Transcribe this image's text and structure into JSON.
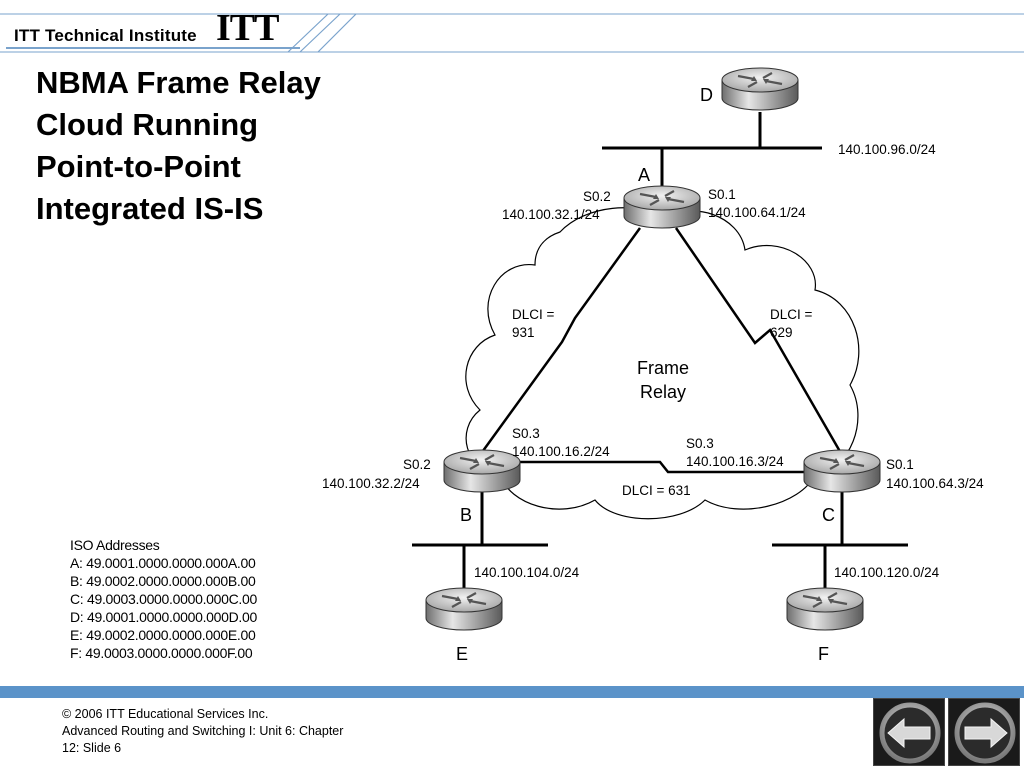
{
  "header": {
    "brand_text": "ITT Technical Institute",
    "brand_logo": "ITT"
  },
  "title_lines": [
    "NBMA Frame Relay",
    "Cloud Running",
    "Point-to-Point",
    "Integrated IS-IS"
  ],
  "diagram": {
    "cloud_label_line1": "Frame",
    "cloud_label_line2": "Relay",
    "routers": {
      "A": {
        "name": "A"
      },
      "B": {
        "name": "B"
      },
      "C": {
        "name": "C"
      },
      "D": {
        "name": "D"
      },
      "E": {
        "name": "E"
      },
      "F": {
        "name": "F"
      }
    },
    "networks": {
      "top": "140.100.96.0/24",
      "b_lan": "140.100.104.0/24",
      "c_lan": "140.100.120.0/24"
    },
    "interfaces": {
      "a_s02": "S0.2",
      "a_s02_ip": "140.100.32.1/24",
      "a_s01": "S0.1",
      "a_s01_ip": "140.100.64.1/24",
      "b_s02": "S0.2",
      "b_s02_ip": "140.100.32.2/24",
      "b_s03": "S0.3",
      "b_s03_ip": "140.100.16.2/24",
      "c_s03": "S0.3",
      "c_s03_ip": "140.100.16.3/24",
      "c_s01": "S0.1",
      "c_s01_ip": "140.100.64.3/24"
    },
    "dlci": {
      "ab_line1": "DLCI =",
      "ab_line2": "931",
      "ac_line1": "DLCI =",
      "ac_line2": "629",
      "bc": "DLCI = 631"
    }
  },
  "iso": {
    "heading": "ISO Addresses",
    "lines": [
      "A: 49.0001.0000.0000.000A.00",
      "B: 49.0002.0000.0000.000B.00",
      "C: 49.0003.0000.0000.000C.00",
      "D: 49.0001.0000.0000.000D.00",
      "E: 49.0002.0000.0000.000E.00",
      "F: 49.0003.0000.0000.000F.00"
    ]
  },
  "footer": {
    "line1": "© 2006 ITT Educational Services Inc.",
    "line2": "Advanced Routing and Switching I: Unit 6: Chapter",
    "line3": "12: Slide 6"
  },
  "nav": {
    "prev_icon": "arrow-left-icon",
    "next_icon": "arrow-right-icon"
  },
  "colors": {
    "accent_blue": "#5b93c9",
    "header_line": "#7aa3cc"
  }
}
